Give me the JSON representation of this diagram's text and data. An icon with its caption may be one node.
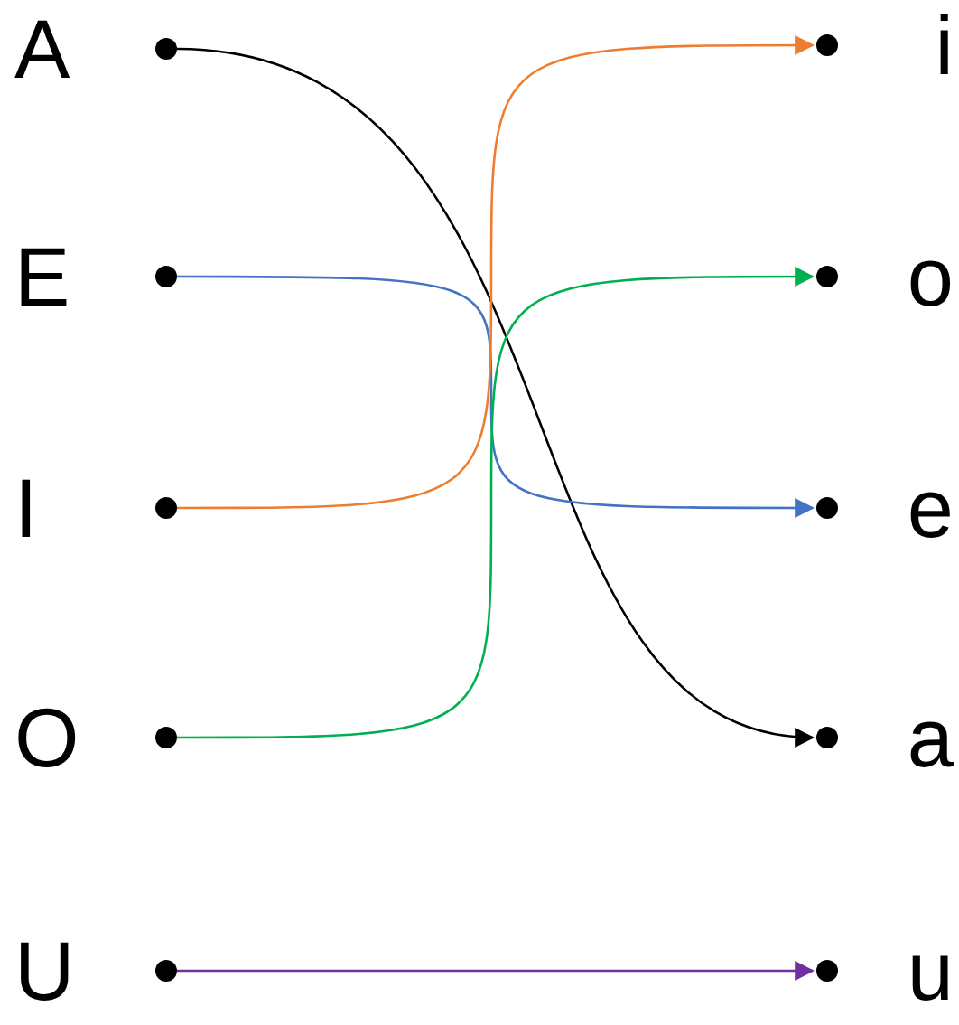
{
  "diagram": {
    "nodes": [
      {
        "text": [
          "A"
        ]
      },
      {
        "text": [
          "E"
        ]
      },
      {
        "text": [
          "I"
        ]
      },
      {
        "text": [
          "O"
        ]
      },
      {
        "text": [
          "U"
        ]
      },
      {
        "text": [
          "i"
        ]
      },
      {
        "text": [
          "o"
        ]
      },
      {
        "text": [
          "e"
        ]
      },
      {
        "text": [
          "a"
        ]
      },
      {
        "text": [
          "u"
        ]
      }
    ],
    "edges": [
      {
        "from": 0,
        "to": 8,
        "arrow": "to",
        "color": "#000000"
      },
      {
        "from": 1,
        "to": 7,
        "arrow": "to",
        "color": "#4472c4"
      },
      {
        "from": 2,
        "to": 5,
        "arrow": "to",
        "color": "#ed7d31"
      },
      {
        "from": 3,
        "to": 6,
        "arrow": "to",
        "color": "#00b050"
      },
      {
        "from": 4,
        "to": 9,
        "arrow": "to",
        "color": "#7030a0"
      }
    ]
  }
}
